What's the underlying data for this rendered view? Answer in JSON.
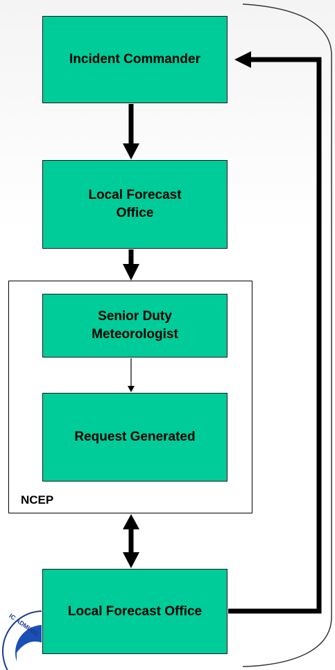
{
  "nodes": {
    "incident_commander": "Incident Commander",
    "local_forecast_office_top": "Local Forecast\nOffice",
    "senior_duty_meteorologist": "Senior Duty\nMeteorologist",
    "request_generated": "Request Generated",
    "local_forecast_office_bottom": "Local Forecast Office"
  },
  "group": {
    "label": "NCEP"
  },
  "colors": {
    "box_fill": "#00cc99",
    "arrow": "#000000"
  },
  "logo": {
    "text": "IC ADMINIS"
  }
}
